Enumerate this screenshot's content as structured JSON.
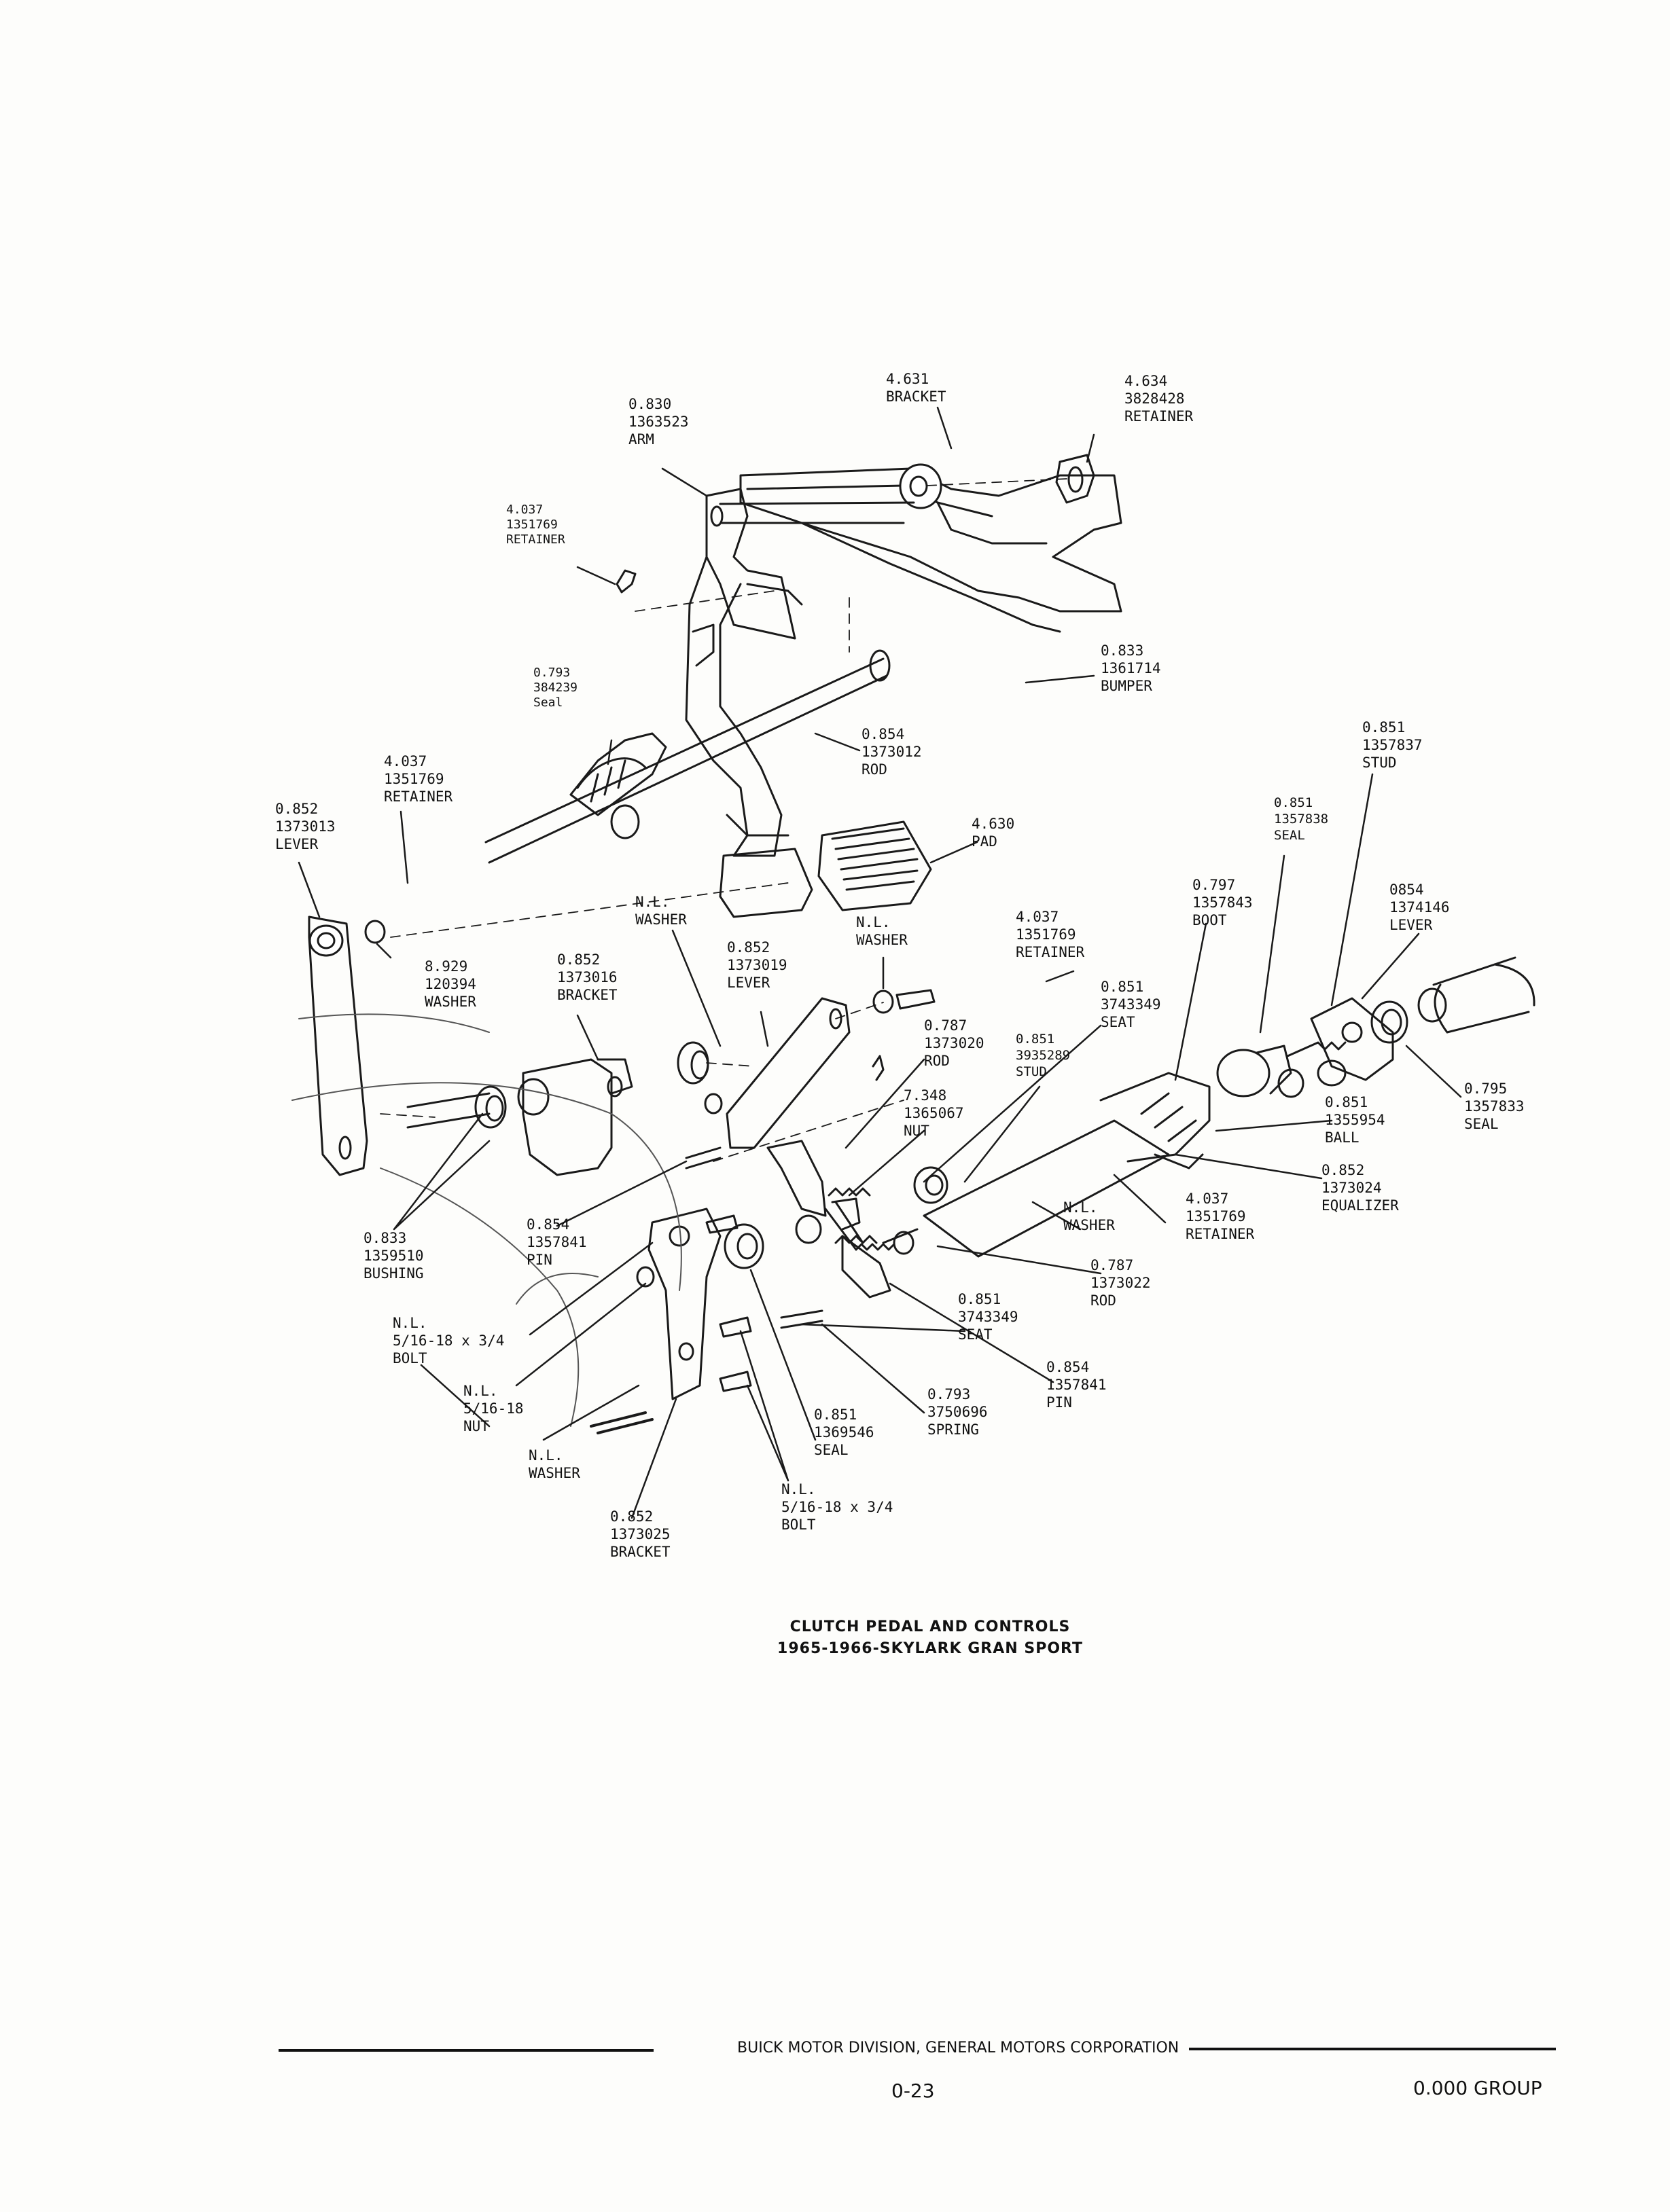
{
  "labels": [
    {
      "id": "bracket-4631",
      "lines": [
        "4.631",
        "BRACKET"
      ]
    },
    {
      "id": "retainer-4634",
      "lines": [
        "4.634",
        "3828428",
        "RETAINER"
      ]
    },
    {
      "id": "arm-0830",
      "lines": [
        "0.830",
        "1363523",
        "ARM"
      ]
    },
    {
      "id": "retainer-4037-a",
      "lines": [
        "4.037",
        "1351769",
        "RETAINER"
      ]
    },
    {
      "id": "bumper-0833",
      "lines": [
        "0.833",
        "1361714",
        "BUMPER"
      ]
    },
    {
      "id": "seal-0793",
      "lines": [
        "0.793",
        "384239",
        "Seal"
      ]
    },
    {
      "id": "rod-0854",
      "lines": [
        "0.854",
        "1373012",
        "ROD"
      ]
    },
    {
      "id": "stud-0851-a",
      "lines": [
        "0.851",
        "1357837",
        "STUD"
      ]
    },
    {
      "id": "retainer-4037-b",
      "lines": [
        "4.037",
        "1351769",
        "RETAINER"
      ]
    },
    {
      "id": "lever-0852-a",
      "lines": [
        "0.852",
        "1373013",
        "LEVER"
      ]
    },
    {
      "id": "seal-0851-a",
      "lines": [
        "0.851",
        "1357838",
        "SEAL"
      ]
    },
    {
      "id": "pad-4630",
      "lines": [
        "4.630",
        "PAD"
      ]
    },
    {
      "id": "boot-0797",
      "lines": [
        "0.797",
        "1357843",
        "BOOT"
      ]
    },
    {
      "id": "lever-0854",
      "lines": [
        "0854",
        "1374146",
        "LEVER"
      ]
    },
    {
      "id": "washer-nl-a",
      "lines": [
        "N.L.",
        "WASHER"
      ]
    },
    {
      "id": "washer-nl-b",
      "lines": [
        "N.L.",
        "WASHER"
      ]
    },
    {
      "id": "retainer-4037-c",
      "lines": [
        "4.037",
        "1351769",
        "RETAINER"
      ]
    },
    {
      "id": "washer-8929",
      "lines": [
        "8.929",
        "120394",
        "WASHER"
      ]
    },
    {
      "id": "bracket-0852-a",
      "lines": [
        "0.852",
        "1373016",
        "BRACKET"
      ]
    },
    {
      "id": "lever-0852-b",
      "lines": [
        "0.852",
        "1373019",
        "LEVER"
      ]
    },
    {
      "id": "seat-0851-a",
      "lines": [
        "0.851",
        "3743349",
        "SEAT"
      ]
    },
    {
      "id": "rod-0787-a",
      "lines": [
        "0.787",
        "1373020",
        "ROD"
      ]
    },
    {
      "id": "stud-0851-b",
      "lines": [
        "0.851",
        "3935289",
        "STUD"
      ]
    },
    {
      "id": "nut-7348",
      "lines": [
        "7.348",
        "1365067",
        "NUT"
      ]
    },
    {
      "id": "seal-0795",
      "lines": [
        "0.795",
        "1357833",
        "SEAL"
      ]
    },
    {
      "id": "ball-0851",
      "lines": [
        "0.851",
        "1355954",
        "BALL"
      ]
    },
    {
      "id": "equalizer-0852",
      "lines": [
        "0.852",
        "1373024",
        "EQUALIZER"
      ]
    },
    {
      "id": "retainer-4037-d",
      "lines": [
        "4.037",
        "1351769",
        "RETAINER"
      ]
    },
    {
      "id": "washer-nl-c",
      "lines": [
        "N.L.",
        "WASHER"
      ]
    },
    {
      "id": "rod-0787-b",
      "lines": [
        "0.787",
        "1373022",
        "ROD"
      ]
    },
    {
      "id": "bushing-0833",
      "lines": [
        "0.833",
        "1359510",
        "BUSHING"
      ]
    },
    {
      "id": "pin-0854-a",
      "lines": [
        "0.854",
        "1357841",
        "PIN"
      ]
    },
    {
      "id": "seat-0851-b",
      "lines": [
        "0.851",
        "3743349",
        "SEAT"
      ]
    },
    {
      "id": "bolt-nl-a",
      "lines": [
        "N.L.",
        "5/16-18 x 3/4",
        "BOLT"
      ]
    },
    {
      "id": "nut-nl",
      "lines": [
        "N.L.",
        "5/16-18",
        "NUT"
      ]
    },
    {
      "id": "pin-0854-b",
      "lines": [
        "0.854",
        "1357841",
        "PIN"
      ]
    },
    {
      "id": "spring-0793",
      "lines": [
        "0.793",
        "3750696",
        "SPRING"
      ]
    },
    {
      "id": "seal-0851-b",
      "lines": [
        "0.851",
        "1369546",
        "SEAL"
      ]
    },
    {
      "id": "washer-nl-d",
      "lines": [
        "N.L.",
        "WASHER"
      ]
    },
    {
      "id": "bolt-nl-b",
      "lines": [
        "N.L.",
        "5/16-18 x 3/4",
        "BOLT"
      ]
    },
    {
      "id": "bracket-0852-b",
      "lines": [
        "0.852",
        "1373025",
        "BRACKET"
      ]
    }
  ],
  "caption": {
    "line1": "CLUTCH PEDAL AND CONTROLS",
    "line2": "1965-1966-SKYLARK GRAN SPORT"
  },
  "footer": {
    "division": "BUICK MOTOR DIVISION, GENERAL MOTORS CORPORATION",
    "page_number": "0-23",
    "group": "0.000 GROUP"
  }
}
